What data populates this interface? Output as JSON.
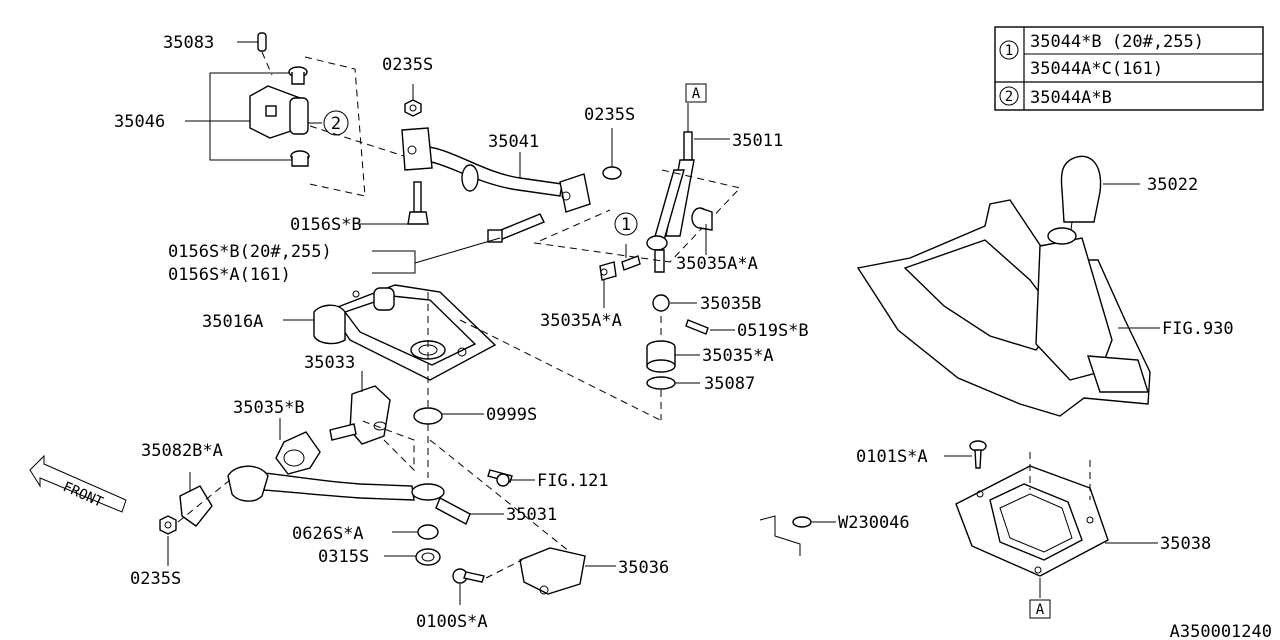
{
  "labels": {
    "p35083": "35083",
    "p35046": "35046",
    "p0235s_top": "0235S",
    "p0235s_right": "0235S",
    "p35041": "35041",
    "p35011": "35011",
    "p0156sb": "0156S*B",
    "p0156sb_20": "0156S*B(20#,255)",
    "p0156sa_161": "0156S*A(161)",
    "p35035a_a_right": "35035A*A",
    "p35035a_a_left": "35035A*A",
    "p35035b": "35035B",
    "p0519sb": "0519S*B",
    "p35035_a": "35035*A",
    "p35087": "35087",
    "p35016a": "35016A",
    "p35033": "35033",
    "p35035_b": "35035*B",
    "p0999s": "0999S",
    "p35082b_a": "35082B*A",
    "fig121": "FIG.121",
    "p35031": "35031",
    "p0626s_a": "0626S*A",
    "p0315s": "0315S",
    "p35036": "35036",
    "p0100s_a": "0100S*A",
    "p0235s_bottom": "0235S",
    "front": "FRONT",
    "p35022": "35022",
    "fig930": "FIG.930",
    "p0101s_a": "0101S*A",
    "w230046": "W230046",
    "p35038": "35038",
    "marker_a_top": "A",
    "marker_a_bottom": "A",
    "marker_1": "1",
    "marker_2": "2",
    "diagram_id": "A350001240"
  },
  "table": {
    "rows": [
      {
        "key": "1",
        "value": "35044*B (20#,255)"
      },
      {
        "key": "",
        "value": "35044A*C(161)"
      },
      {
        "key": "2",
        "value": "35044A*B"
      }
    ]
  }
}
